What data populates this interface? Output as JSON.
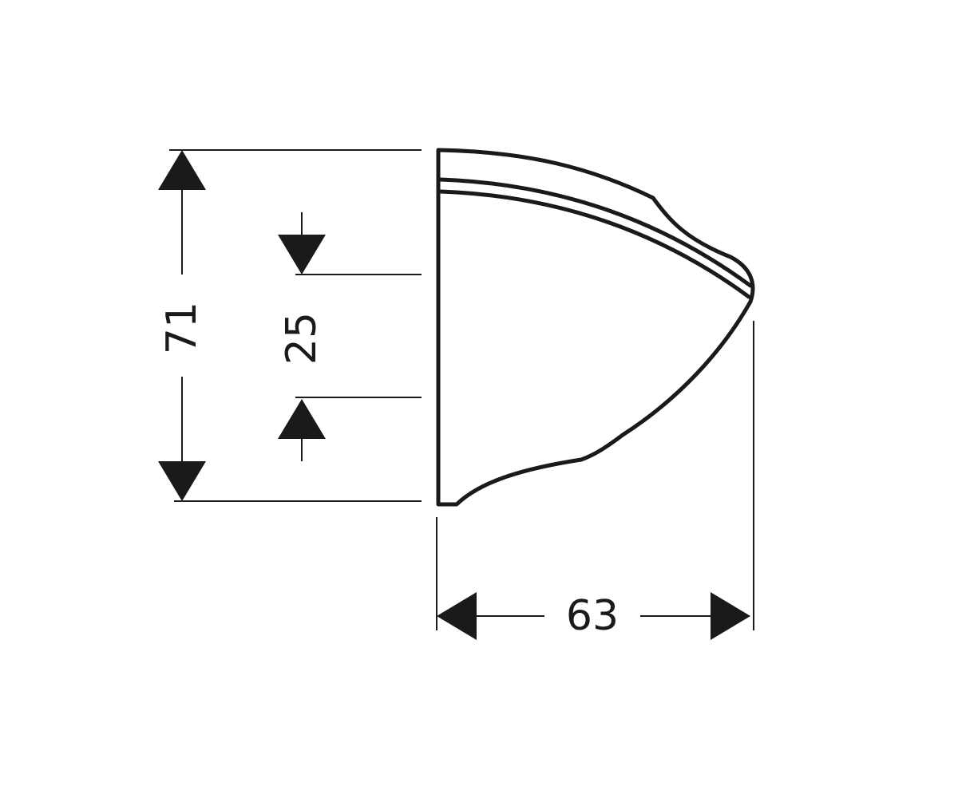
{
  "dimensions": {
    "overall_height": {
      "label": "71"
    },
    "mount_height": {
      "label": "25"
    },
    "depth": {
      "label": "63"
    }
  },
  "colors": {
    "line": "#1a1a1a",
    "background": "#ffffff"
  }
}
